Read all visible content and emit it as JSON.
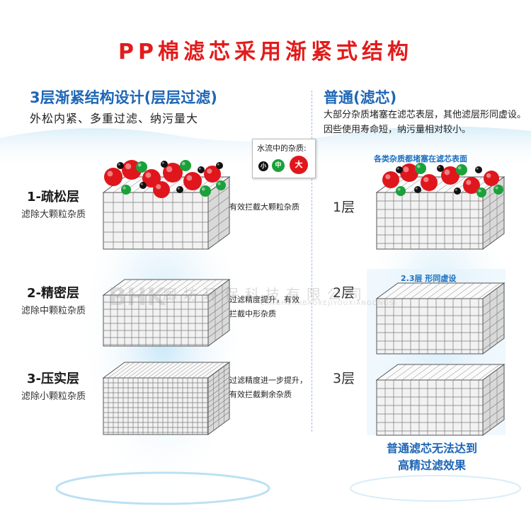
{
  "title": "PP棉滤芯采用渐紧式结构",
  "left": {
    "heading": "3层渐紧结构设计(层层过滤)",
    "subheading": "外松内紧、多重过滤、纳污量大",
    "layers": [
      {
        "name": "1-疏松层",
        "desc": "滤除大颗粒杂质",
        "note_lines": [
          "有效拦截大颗粒杂质"
        ]
      },
      {
        "name": "2-精密层",
        "desc": "滤除中颗粒杂质",
        "note_lines": [
          "过滤精度提升，有效",
          "拦截中形杂质"
        ]
      },
      {
        "name": "3-压实层",
        "desc": "滤除小颗粒杂质",
        "note_lines": [
          "过滤精度进一步提升，",
          "有效拦截剩余杂质"
        ]
      }
    ]
  },
  "legend": {
    "title": "水流中的杂质:",
    "sizes": [
      "小",
      "中",
      "大"
    ]
  },
  "right": {
    "heading": "普通(滤芯)",
    "desc": "大部分杂质堵塞在滤芯表层，其他滤层形同虚设。因些使用寿命短，纳污量相对较小。",
    "top_note": "各类杂质都堵塞在滤芯表面",
    "mid_note": "2.3层 形同虚设",
    "layer_labels": [
      "1层",
      "2层",
      "3层"
    ],
    "conclusion_line1": "普通滤芯无法达到",
    "conclusion_line2": "高精过滤效果"
  },
  "watermark": {
    "logo": "BHK",
    "text": "廊坊环保科技有限公司",
    "url": "LANGHUANBAOKEJIYOUXIANGONGSI"
  },
  "colors": {
    "title": "#e31b1b",
    "heading": "#1e66b5",
    "ball_large": "#e0161d",
    "ball_medium": "#1aa13a",
    "ball_small": "#111111",
    "block_face": "#f2f2f2",
    "block_grid": "#7a7a7a"
  }
}
